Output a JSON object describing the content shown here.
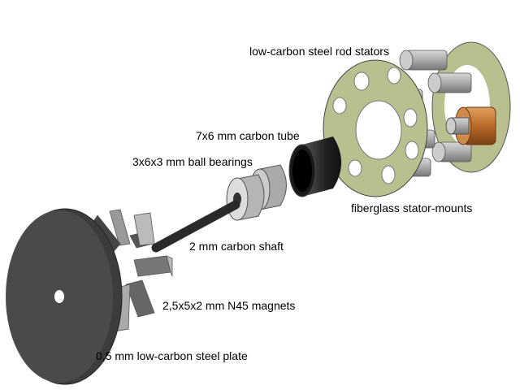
{
  "labels": {
    "rod_stators": "low-carbon steel rod stators",
    "carbon_tube": "7x6 mm carbon tube",
    "ball_bearings": "3x6x3 mm ball bearings",
    "stator_mounts": "fiberglass stator-mounts",
    "carbon_shaft": "2 mm carbon shaft",
    "magnets": "2,5x5x2 mm N45 magnets",
    "steel_plate": "0,5 mm low-carbon steel plate"
  },
  "colors": {
    "steel": "#a8a8a8",
    "carbon": "#2a2a2a",
    "fiberglass": "#b9bf8e",
    "copper": "#c07a3a"
  }
}
